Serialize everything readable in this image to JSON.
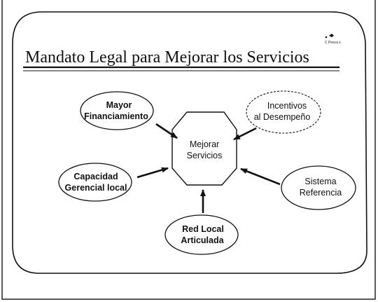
{
  "slide": {
    "title": "Mandato Legal para Mejorar los Servicios",
    "logo_text": "C Pesca s"
  },
  "diagram": {
    "center": {
      "line1": "Mejorar",
      "line2": "Servicios"
    },
    "nodes": {
      "mayor": {
        "line1": "Mayor",
        "line2": "Financiamiento"
      },
      "incentivos": {
        "line1": "Incentivos",
        "line2": "al Desempeño"
      },
      "capacidad": {
        "line1": "Capacidad",
        "line2": "Gerencial local"
      },
      "sistema": {
        "line1": "Sistema",
        "line2": "Referencia"
      },
      "red": {
        "line1": "Red Local",
        "line2": "Articulada"
      }
    }
  }
}
